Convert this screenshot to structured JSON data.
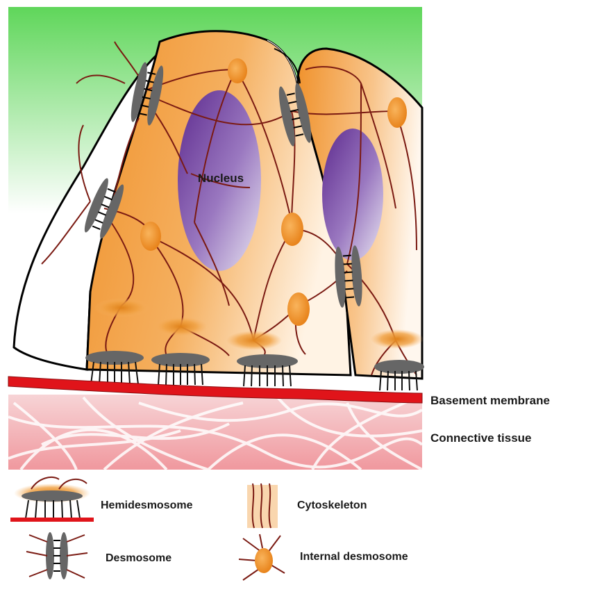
{
  "labels": {
    "nucleus": "Nucleus",
    "basement_membrane": "Basement membrane",
    "connective_tissue": "Connective tissue"
  },
  "legend": {
    "hemidesmosome": "Hemidesmosome",
    "desmosome": "Desmosome",
    "cytoskeleton": "Cytoskeleton",
    "internal_desmosome": "Internal desmosome"
  },
  "colors": {
    "cytoplasm": "#f0922c",
    "nucleus": "#7a3fa0",
    "membrane": "#e0141a",
    "filament": "#7a1a12",
    "plaque": "#6b6b6b",
    "background_top": "#5fd65a",
    "connective_tissue": "#f2a3a8"
  }
}
